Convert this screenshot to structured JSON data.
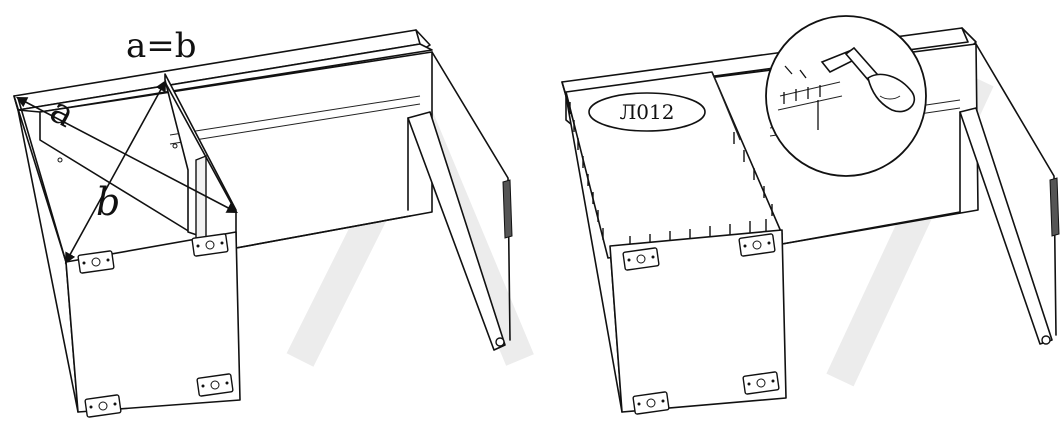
{
  "left_figure": {
    "equation_label": "a=b",
    "diagonal_a_label": "a",
    "diagonal_b_label": "b"
  },
  "right_figure": {
    "part_code_label": "Л012"
  },
  "icons": [
    "hammer-icon",
    "nail-icon",
    "hinge-icon"
  ]
}
